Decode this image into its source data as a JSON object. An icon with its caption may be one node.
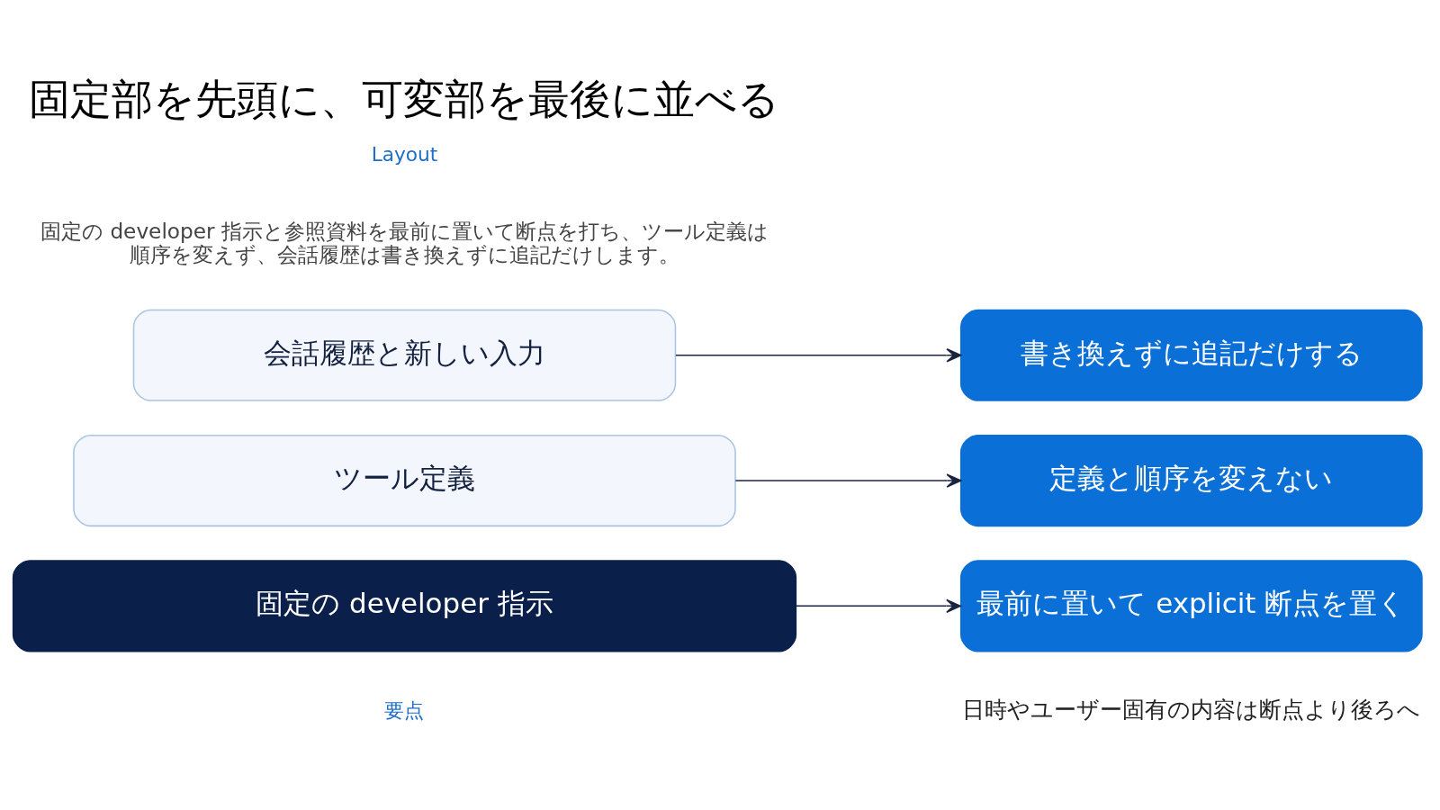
{
  "diagram": {
    "title": "固定部を先頭に、可変部を最後に並べる",
    "nodes": [
      {
        "text": [
          "会話履歴と新しい入力"
        ]
      },
      {
        "text": [
          "ツール定義"
        ]
      },
      {
        "text": [
          "固定の developer 指示"
        ]
      },
      {
        "text": [
          "書き換えずに追記だけする"
        ]
      },
      {
        "text": [
          "定義と順序を変えない"
        ]
      },
      {
        "text": [
          "最前に置いて explicit 断点を置く"
        ]
      }
    ],
    "edges": [
      {
        "from": 0,
        "to": 3,
        "arrow": "to"
      },
      {
        "from": 1,
        "to": 4,
        "arrow": "to"
      },
      {
        "from": 2,
        "to": 5,
        "arrow": "to"
      }
    ],
    "labels": [
      "Layout",
      "固定の developer 指示と参照資料を最前に置いて断点を打ち、ツール定義は順序を変えず、会話履歴は書き換えずに追記だけします。",
      "要点",
      "日時やユーザー固有の内容は断点より後ろへ"
    ]
  }
}
